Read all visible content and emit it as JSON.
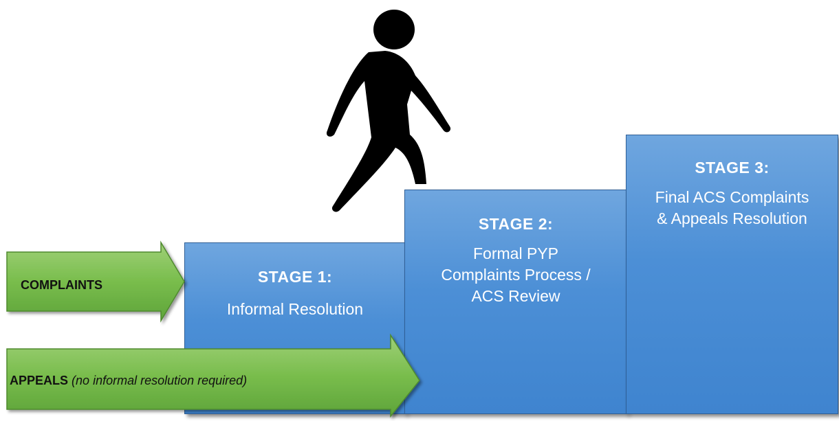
{
  "stages": [
    {
      "title": "STAGE 1:",
      "description": "Informal Resolution"
    },
    {
      "title": "STAGE 2:",
      "description_lines": [
        "Formal PYP",
        "Complaints Process /",
        "ACS Review"
      ]
    },
    {
      "title": "STAGE 3:",
      "description_lines": [
        "Final ACS Complaints",
        "& Appeals Resolution"
      ]
    }
  ],
  "arrows": {
    "complaints": {
      "label": "COMPLAINTS"
    },
    "appeals": {
      "label": "APPEALS",
      "note": "(no informal resolution required)"
    }
  },
  "icons": {
    "figure": "walking-person-icon"
  },
  "colors": {
    "stage_box": "#4c8fd6",
    "arrow_green": "#6db33f",
    "figure": "#000000"
  }
}
